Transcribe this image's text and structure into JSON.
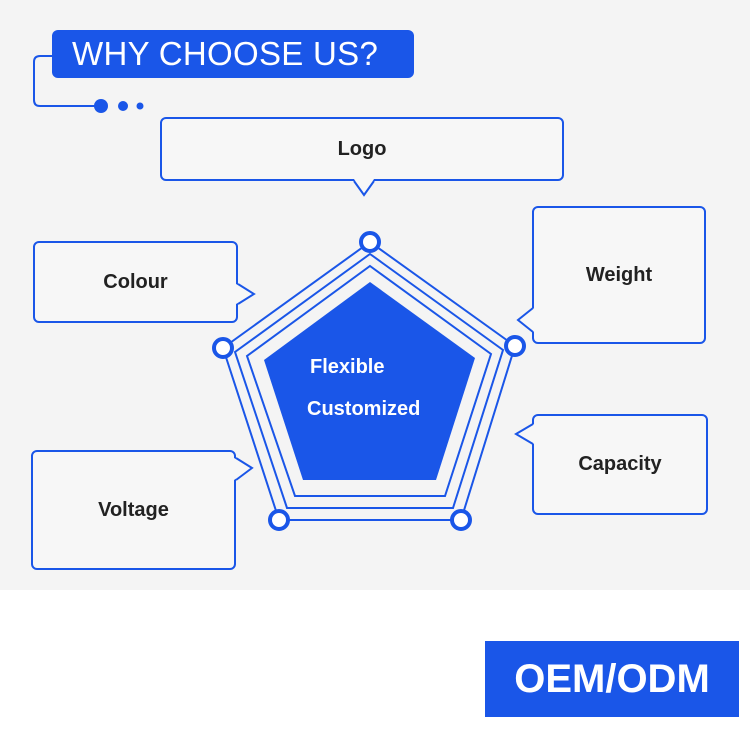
{
  "header": {
    "title": "WHY CHOOSE US?"
  },
  "bubbles": {
    "logo": "Logo",
    "colour": "Colour",
    "weight": "Weight",
    "capacity": "Capacity",
    "voltage": "Voltage"
  },
  "center": {
    "line1": "Flexible",
    "line2": "Customized"
  },
  "badge": {
    "label": "OEM/ODM"
  },
  "colors": {
    "accent": "#1a56e8",
    "background": "#f4f4f4",
    "text": "#222222"
  }
}
